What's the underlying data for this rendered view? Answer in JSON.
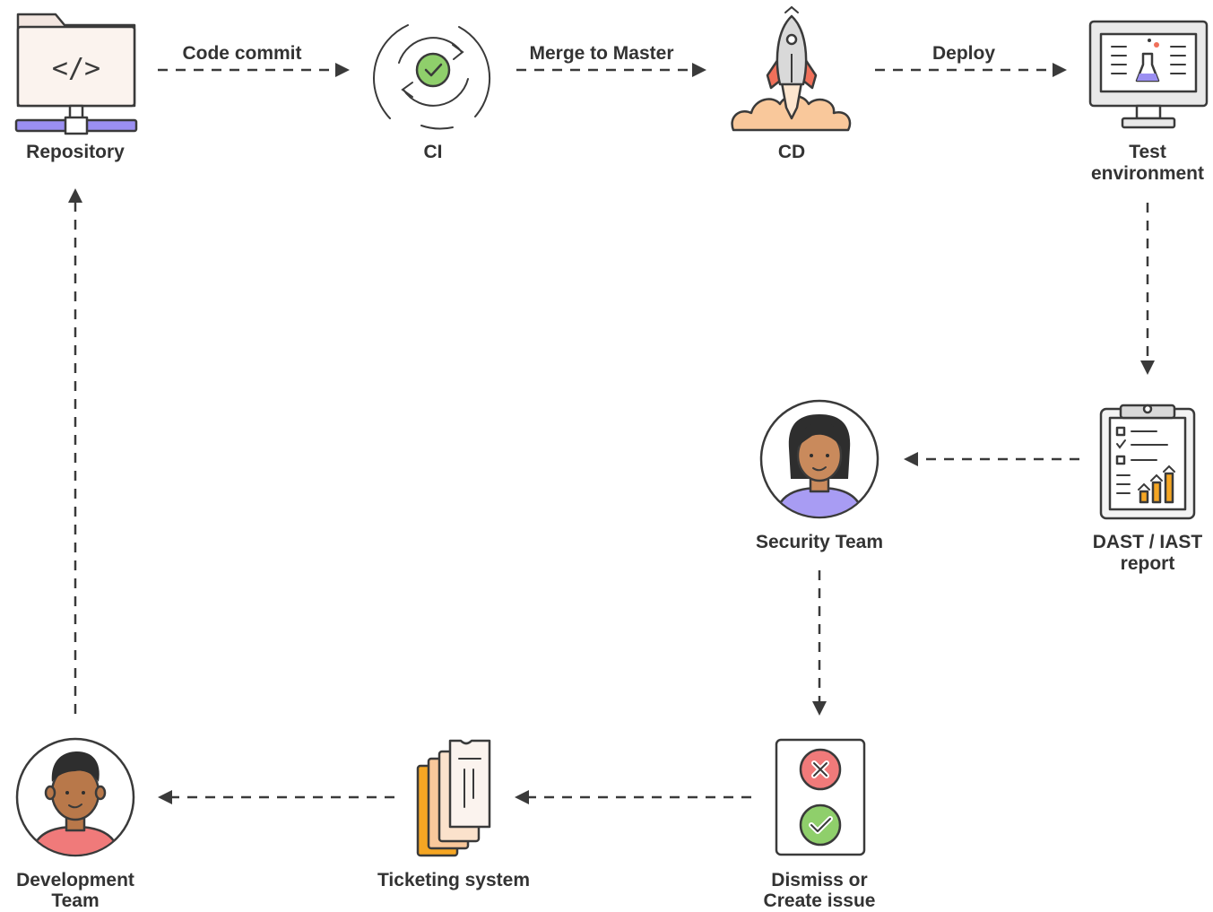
{
  "nodes": {
    "repository": "Repository",
    "ci": "CI",
    "cd": "CD",
    "test_env_line1": "Test",
    "test_env_line2": "environment",
    "report_line1": "DAST / IAST",
    "report_line2": "report",
    "security_team": "Security Team",
    "dismiss_line1": "Dismiss or",
    "dismiss_line2": "Create issue",
    "ticketing": "Ticketing system",
    "dev_line1": "Development",
    "dev_line2": "Team"
  },
  "edges": {
    "code_commit": "Code commit",
    "merge": "Merge to Master",
    "deploy": "Deploy"
  },
  "icons": {
    "code_symbol": "</>"
  },
  "colors": {
    "outline": "#3a3a3a",
    "text": "#333333",
    "cream": "#fbf3ee",
    "green": "#8fcf6b",
    "red": "#f07a7a",
    "orange": "#f5a623",
    "purple": "#9b8ff2",
    "skin": "#c98a5c"
  }
}
